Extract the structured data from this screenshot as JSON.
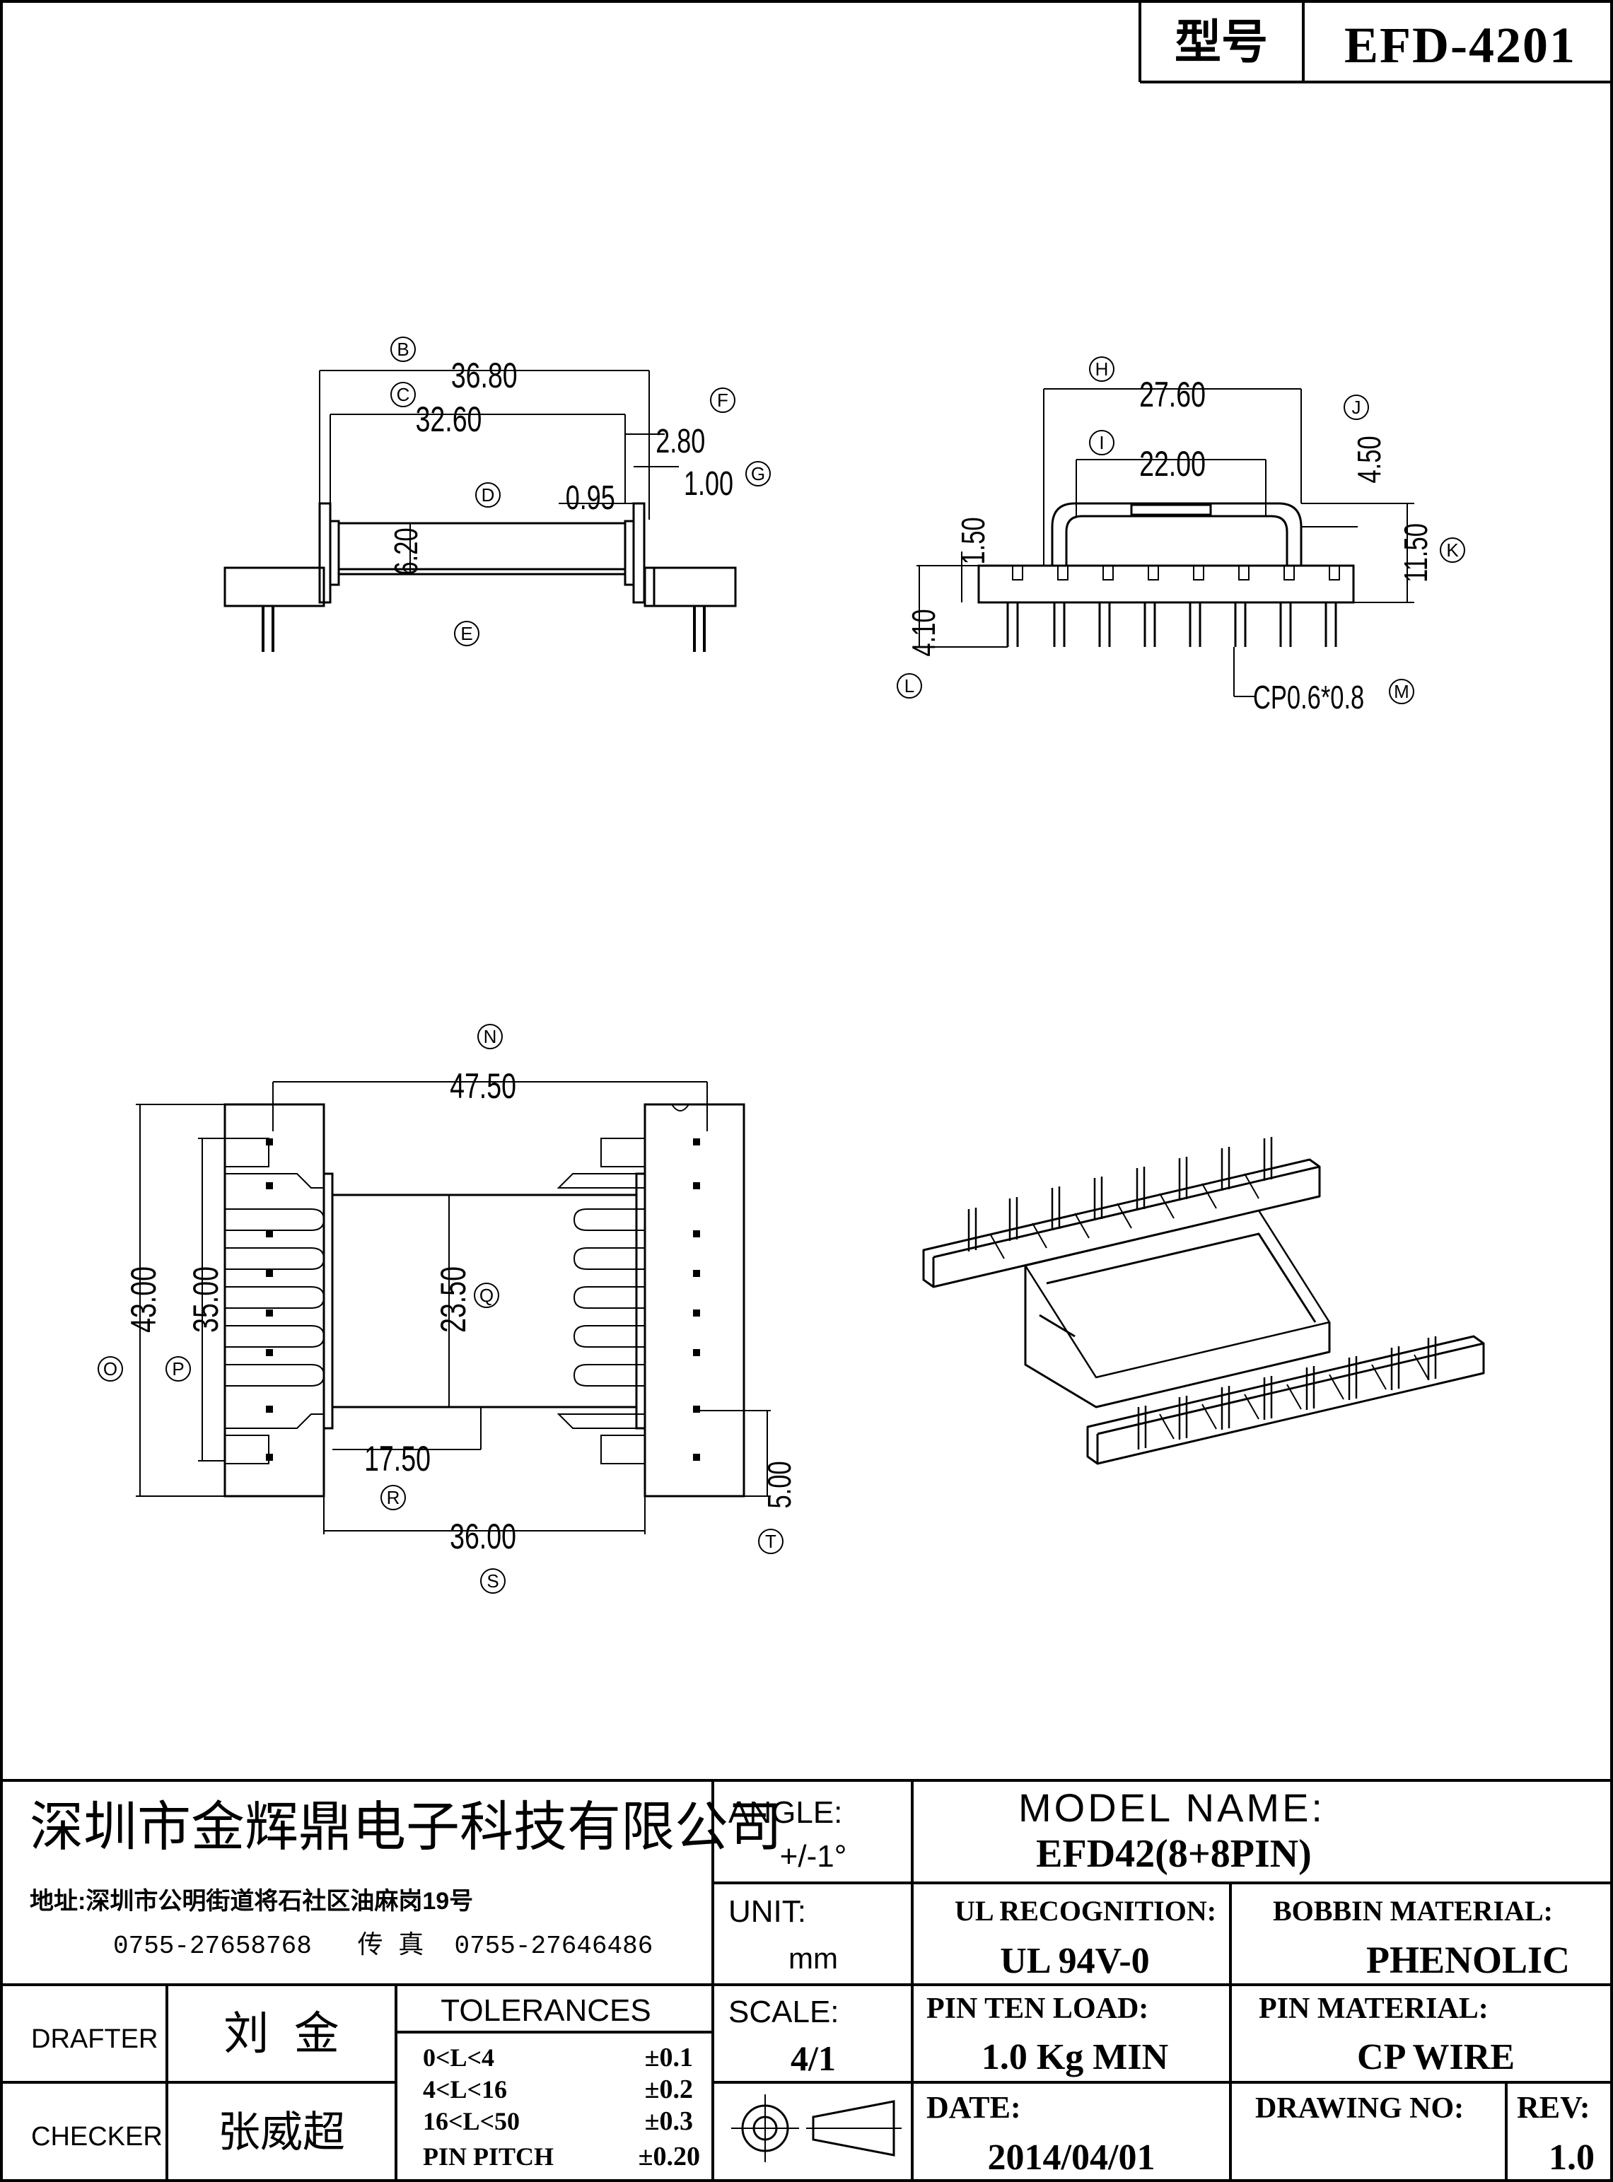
{
  "header": {
    "model_label": "型号",
    "model_value": "EFD-4201"
  },
  "labels": {
    "B": "B",
    "C": "C",
    "D": "D",
    "E": "E",
    "F": "F",
    "G": "G",
    "H": "H",
    "I": "I",
    "J": "J",
    "K": "K",
    "L": "L",
    "M": "M",
    "N": "N",
    "O": "O",
    "P": "P",
    "Q": "Q",
    "R": "R",
    "S": "S",
    "T": "T"
  },
  "dimensions": {
    "B": "36.80",
    "C": "32.60",
    "F": "2.80",
    "G": "1.00",
    "D_gap": "0.95",
    "D_height": "6.20",
    "H": "27.60",
    "I": "22.00",
    "J": "4.50",
    "K": "11.50",
    "left_small": "1.50",
    "L": "4.10",
    "M": "CP0.6*0.8",
    "N": "47.50",
    "O": "43.00",
    "P": "35.00",
    "Q": "23.50",
    "R": "17.50",
    "S": "36.00",
    "T": "5.00"
  },
  "title_block": {
    "company": "深圳市金辉鼎电子科技有限公司",
    "address": "地址:深圳市公明街道将石社区油麻岗19号",
    "phone": "0755-27658768   传 真  0755-27646486",
    "angle_label": "ANGLE:",
    "angle_value": "+/-1°",
    "unit_label": "UNIT:",
    "unit_value": "mm",
    "scale_label": "SCALE:",
    "scale_value": "4/1",
    "model_name_label": "MODEL NAME:",
    "model_name_value": "EFD42(8+8PIN)",
    "ul_label": "UL RECOGNITION:",
    "ul_value": "UL 94V-0",
    "bobbin_label": "BOBBIN MATERIAL:",
    "bobbin_value": "PHENOLIC",
    "pin_load_label": "PIN TEN LOAD:",
    "pin_load_value": "1.0 Kg MIN",
    "pin_material_label": "PIN MATERIAL:",
    "pin_material_value": "CP WIRE",
    "date_label": "DATE:",
    "date_value": "2014/04/01",
    "drawing_no_label": "DRAWING NO:",
    "rev_label": "REV:",
    "rev_value": "1.0",
    "drafter_label": "DRAFTER",
    "drafter_value": "刘  金",
    "checker_label": "CHECKER",
    "checker_value": "张威超",
    "tolerances_title": "TOLERANCES",
    "tolerances": [
      {
        "range": "0<L<4",
        "value": "±0.1"
      },
      {
        "range": "4<L<16",
        "value": "±0.2"
      },
      {
        "range": "16<L<50",
        "value": "±0.3"
      },
      {
        "range": "PIN PITCH",
        "value": "±0.20"
      }
    ]
  }
}
